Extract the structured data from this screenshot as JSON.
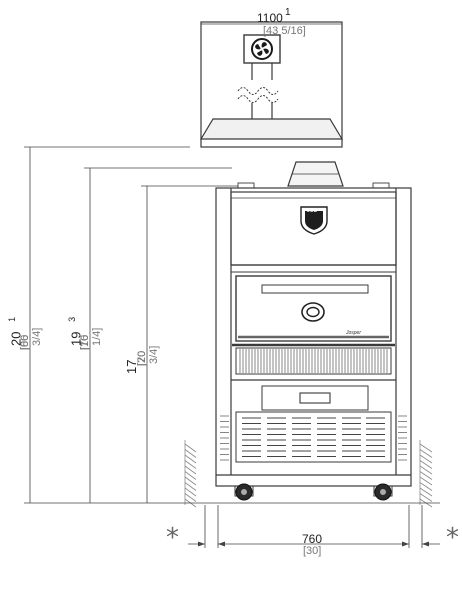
{
  "hood": {
    "width_label": "1100",
    "width_sup": "1",
    "width_inches": "[43 5/16]",
    "fan_icon": "fan-icon"
  },
  "dimensions": {
    "total_height": {
      "value": "20",
      "sup": "1",
      "inches_a": "[80",
      "inches_b": "[06",
      "frac": "3/4]"
    },
    "mid_height": {
      "value": "19",
      "sup": "3",
      "inches_a": "[76",
      "inches_b": "[10",
      "frac": "1/4]"
    },
    "body_height": {
      "value": "17",
      "inches_a": "[70",
      "inches_b": "[20",
      "frac": "3/4]"
    },
    "base_width": {
      "value": "760",
      "inches": "[30]"
    }
  },
  "clearance_marker": "*",
  "oven": {
    "badge_text": "JOS",
    "brand_text": "Josper"
  },
  "colors": {
    "line": "#3a3a3a",
    "thin_line": "#555555",
    "dim_line": "#444444",
    "hatch": "#888888",
    "ground": "#999999"
  }
}
